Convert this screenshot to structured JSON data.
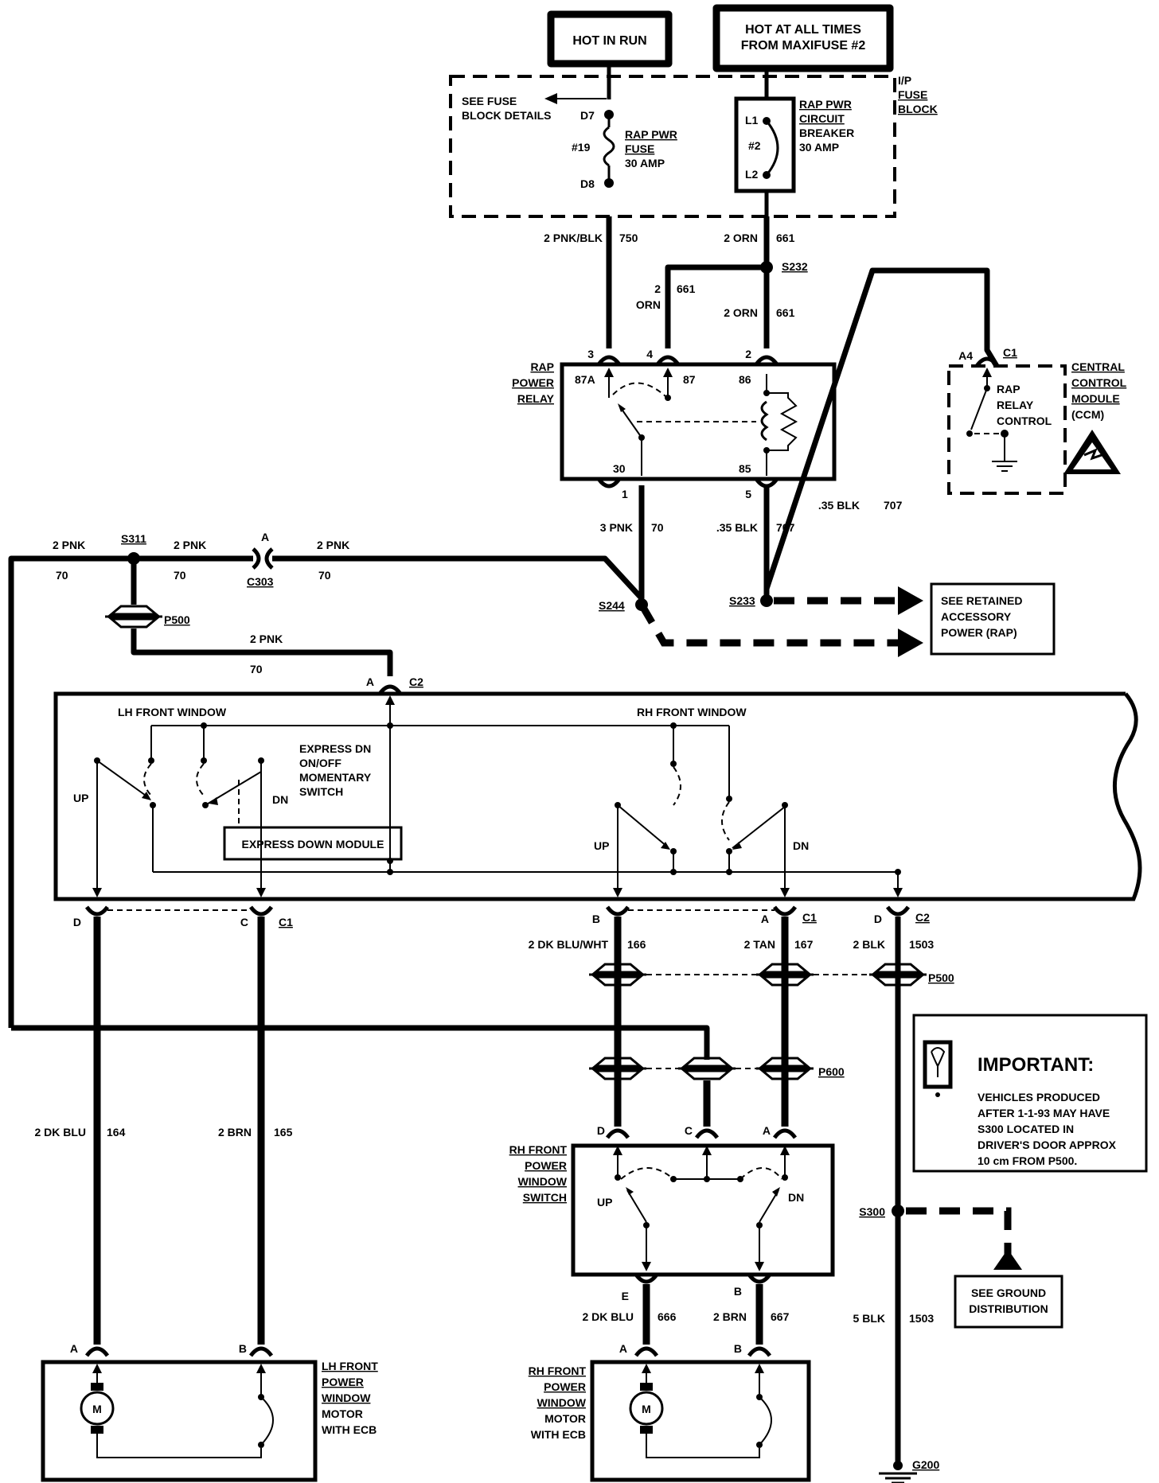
{
  "power": {
    "hot_in_run": "HOT IN RUN",
    "hot_all_times_1": "HOT AT ALL TIMES",
    "hot_all_times_2": "FROM MAXIFUSE #2"
  },
  "fuse_block": {
    "label_1": "I/P",
    "label_2": "FUSE",
    "label_3": "BLOCK",
    "see_1": "SEE FUSE",
    "see_2": "BLOCK DETAILS",
    "d7": "D7",
    "d8": "D8",
    "fuse_num": "#19",
    "fuse_1": "RAP PWR",
    "fuse_2": "FUSE",
    "fuse_3": "30 AMP",
    "l1": "L1",
    "l2": "L2",
    "cb_num": "#2",
    "cb_1": "RAP PWR",
    "cb_2": "CIRCUIT",
    "cb_3": "BREAKER",
    "cb_4": "30 AMP"
  },
  "wires": {
    "w750_l": "2 PNK/BLK",
    "w750_n": "750",
    "w661_l": "2 ORN",
    "w661_n": "661",
    "w661b_a": "2",
    "w661b_n": "661",
    "w661b_b": "ORN",
    "w661c_l": "2 ORN",
    "w661c_n": "661",
    "s232": "S232",
    "w70_l": "3 PNK",
    "w70_n": "70",
    "w707_l": ".35 BLK",
    "w707_n": "707",
    "w707b_l": ".35 BLK",
    "w707b_n": "707",
    "pnk1_l": "2 PNK",
    "pnk1_n": "70",
    "s311": "S311",
    "pnk2_l": "2 PNK",
    "pnk2_n": "70",
    "c303_a": "A",
    "c303": "C303",
    "pnk3_l": "2 PNK",
    "pnk3_n": "70",
    "s244": "S244",
    "s233": "S233",
    "p500_top": "P500",
    "pnk4_l": "2 PNK",
    "pnk4_n": "70"
  },
  "relay": {
    "name_1": "RAP",
    "name_2": "POWER",
    "name_3": "RELAY",
    "pin3": "3",
    "pin4": "4",
    "pin2": "2",
    "t87a": "87A",
    "t87": "87",
    "t86": "86",
    "t30": "30",
    "t85": "85",
    "pin1": "1",
    "pin5": "5"
  },
  "ccm": {
    "pin": "A4",
    "conn": "C1",
    "ctrl_1": "RAP",
    "ctrl_2": "RELAY",
    "ctrl_3": "CONTROL",
    "name_1": "CENTRAL",
    "name_2": "CONTROL",
    "name_3": "MODULE",
    "name_4": "(CCM)"
  },
  "rap_ref": {
    "line_1": "SEE RETAINED",
    "line_2": "ACCESSORY",
    "line_3": "POWER (RAP)"
  },
  "lh_switch": {
    "top_pin": "A",
    "top_conn": "C2",
    "lh_title": "LH FRONT WINDOW",
    "rh_title": "RH FRONT WINDOW",
    "express_1": "EXPRESS DN",
    "express_2": "ON/OFF",
    "express_3": "MOMENTARY",
    "express_4": "SWITCH",
    "lh_up": "UP",
    "lh_dn": "DN",
    "module": "EXPRESS DOWN MODULE",
    "rh_up": "UP",
    "rh_dn": "DN",
    "pin_d": "D",
    "pin_c": "C",
    "conn_c1": "C1",
    "pin_b": "B",
    "pin_a": "A",
    "conn_c1b": "C1",
    "pin_d2": "D",
    "conn_c2": "C2"
  },
  "lower_wires": {
    "w166_l": "2 DK BLU/WHT",
    "w166_n": "166",
    "w167_l": "2 TAN",
    "w167_n": "167",
    "w1503_l": "2 BLK",
    "w1503_n": "1503",
    "p500": "P500",
    "p600": "P600",
    "w164_l": "2 DK BLU",
    "w164_n": "164",
    "w165_l": "2 BRN",
    "w165_n": "165",
    "w666_l": "2 DK BLU",
    "w666_n": "666",
    "w667_l": "2 BRN",
    "w667_n": "667",
    "w1503b_l": "5 BLK",
    "w1503b_n": "1503",
    "s300": "S300",
    "g200": "G200"
  },
  "rh_switch": {
    "pin_d": "D",
    "pin_c": "C",
    "pin_a": "A",
    "name_1": "RH FRONT",
    "name_2": "POWER",
    "name_3": "WINDOW",
    "name_4": "SWITCH",
    "up": "UP",
    "dn": "DN",
    "pin_e": "E",
    "pin_b": "B"
  },
  "important": {
    "title": "IMPORTANT:",
    "line_1": "VEHICLES PRODUCED",
    "line_2": "AFTER 1-1-93 MAY HAVE",
    "line_3": "S300 LOCATED IN",
    "line_4": "DRIVER'S DOOR APPROX",
    "line_5": "10 cm FROM P500."
  },
  "ground_ref": {
    "line_1": "SEE GROUND",
    "line_2": "DISTRIBUTION"
  },
  "lh_motor": {
    "pin_a": "A",
    "pin_b": "B",
    "m": "M",
    "name_1": "LH FRONT",
    "name_2": "POWER",
    "name_3": "WINDOW",
    "name_4": "MOTOR",
    "name_5": "WITH ECB"
  },
  "rh_motor": {
    "pin_a": "A",
    "pin_b": "B",
    "m": "M",
    "name_1": "RH FRONT",
    "name_2": "POWER",
    "name_3": "WINDOW",
    "name_4": "MOTOR",
    "name_5": "WITH ECB"
  }
}
